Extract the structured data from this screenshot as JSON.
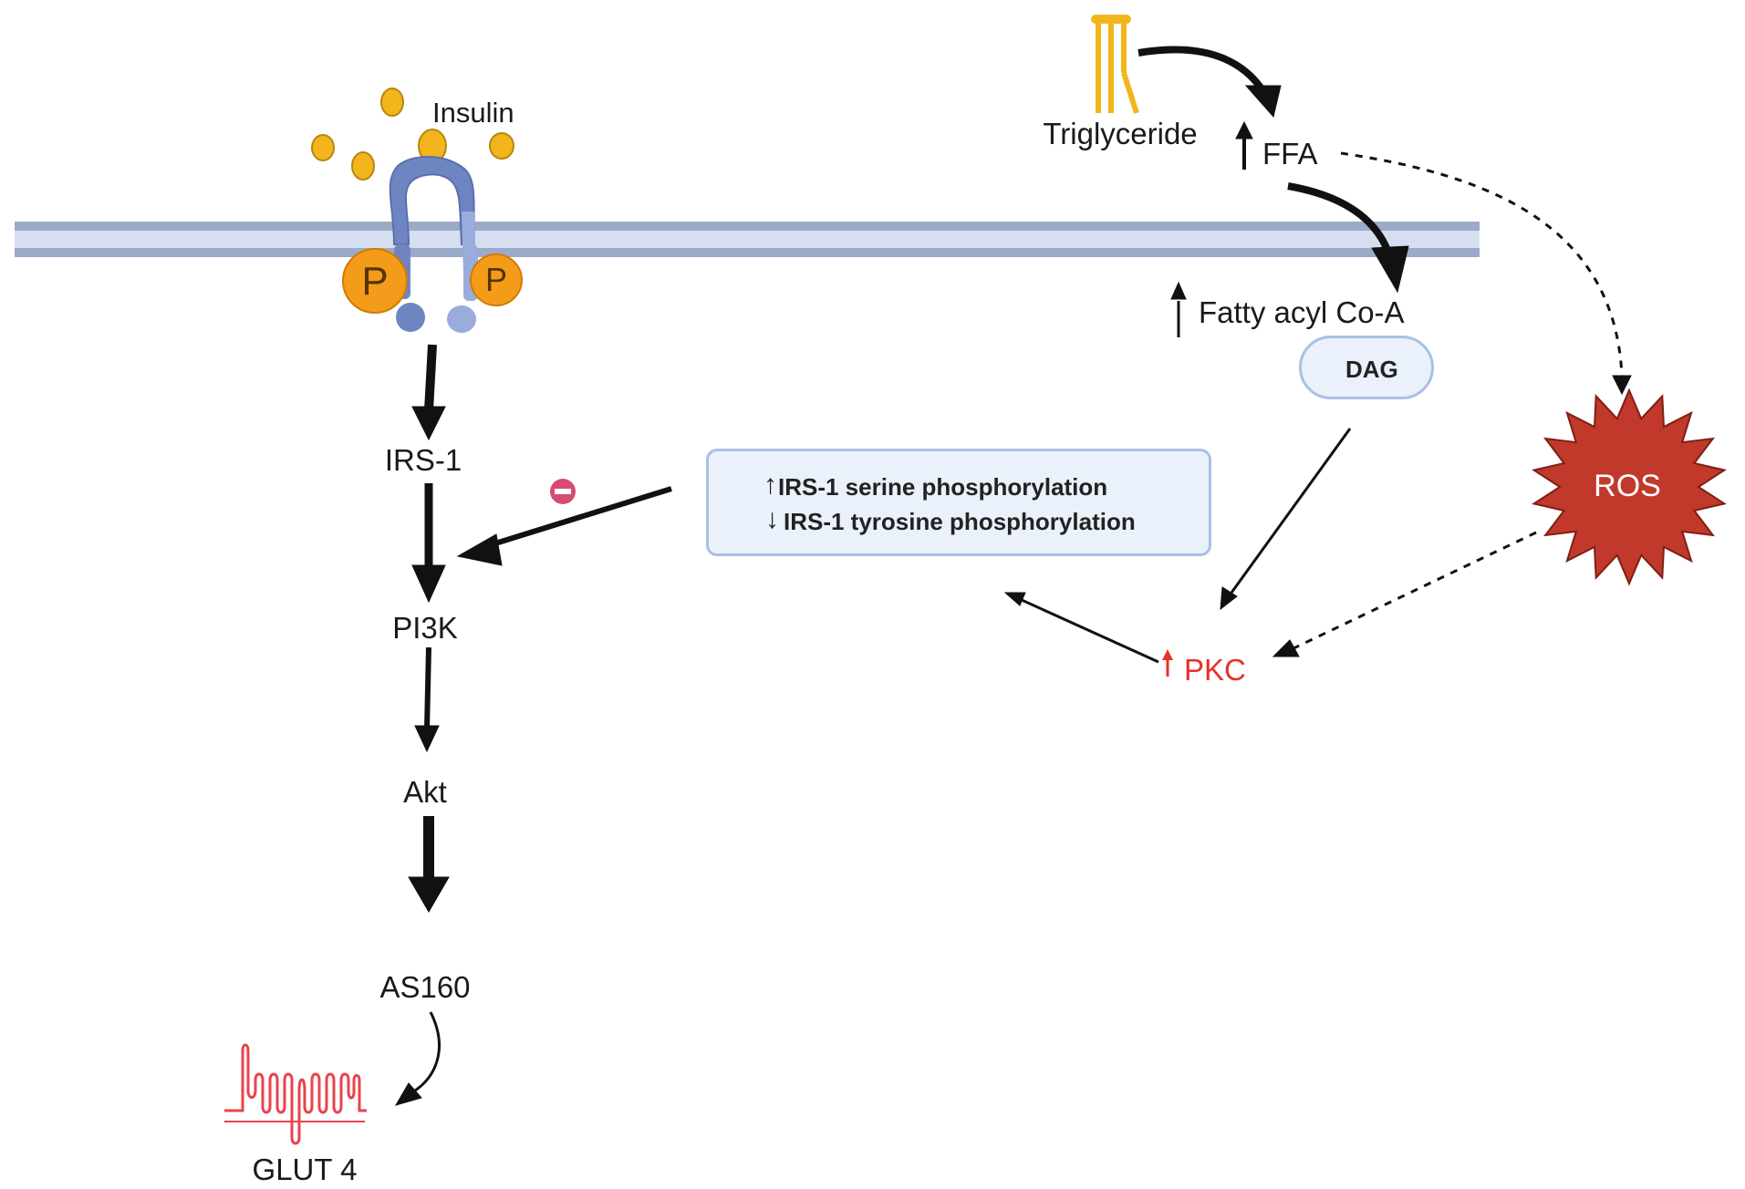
{
  "labels": {
    "insulin": "Insulin",
    "phospho_left": "P",
    "phospho_right": "P",
    "irs1": "IRS-1",
    "pi3k": "PI3K",
    "akt": "Akt",
    "as160": "AS160",
    "glut4": "GLUT 4",
    "triglyceride": "Triglyceride",
    "ffa": "FFA",
    "fatty_acyl": "Fatty acyl Co-A",
    "dag": "DAG",
    "pkc": "PKC",
    "ros": "ROS"
  },
  "inhibition_box": {
    "line1": "IRS-1 serine phosphorylation",
    "line2": "IRS-1 tyrosine phosphorylation"
  },
  "colors": {
    "insulin": "#f2b51c",
    "receptor": "#7288c4",
    "receptor_light": "#9aacdc",
    "phospho": "#f39c1a",
    "membrane": "#a3b2cd",
    "membrane_light": "#d6dff0",
    "ros": "#c0392b",
    "glut4": "#e8434d",
    "pkc": "#e8312a",
    "inhibit_sign": "#d64b72",
    "box_fill": "#eaf1fb",
    "box_border": "#a9c0e6"
  }
}
